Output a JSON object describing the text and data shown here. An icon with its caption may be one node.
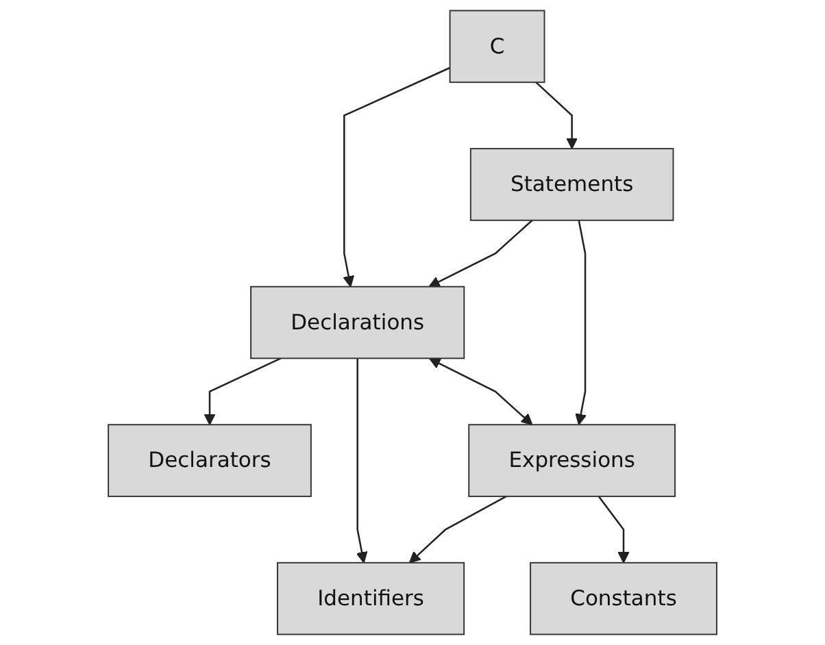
{
  "diagram": {
    "nodes": [
      {
        "text": [
          "C"
        ]
      },
      {
        "text": [
          "Declarations"
        ]
      },
      {
        "text": [
          "Statements"
        ]
      },
      {
        "text": [
          "Declarators"
        ]
      },
      {
        "text": [
          "Expressions"
        ]
      },
      {
        "text": [
          "Identifiers"
        ]
      },
      {
        "text": [
          "Constants"
        ]
      }
    ],
    "edges": [
      {
        "from": 0,
        "to": 1,
        "arrow": "to"
      },
      {
        "from": 0,
        "to": 2,
        "arrow": "to"
      },
      {
        "from": 2,
        "to": 1,
        "arrow": "to"
      },
      {
        "from": 1,
        "to": 3,
        "arrow": "to"
      },
      {
        "from": 1,
        "to": 4,
        "arrow": "both"
      },
      {
        "from": 2,
        "to": 4,
        "arrow": "to"
      },
      {
        "from": 1,
        "to": 5,
        "arrow": "to"
      },
      {
        "from": 4,
        "to": 5,
        "arrow": "to"
      },
      {
        "from": 4,
        "to": 6,
        "arrow": "to"
      }
    ]
  }
}
